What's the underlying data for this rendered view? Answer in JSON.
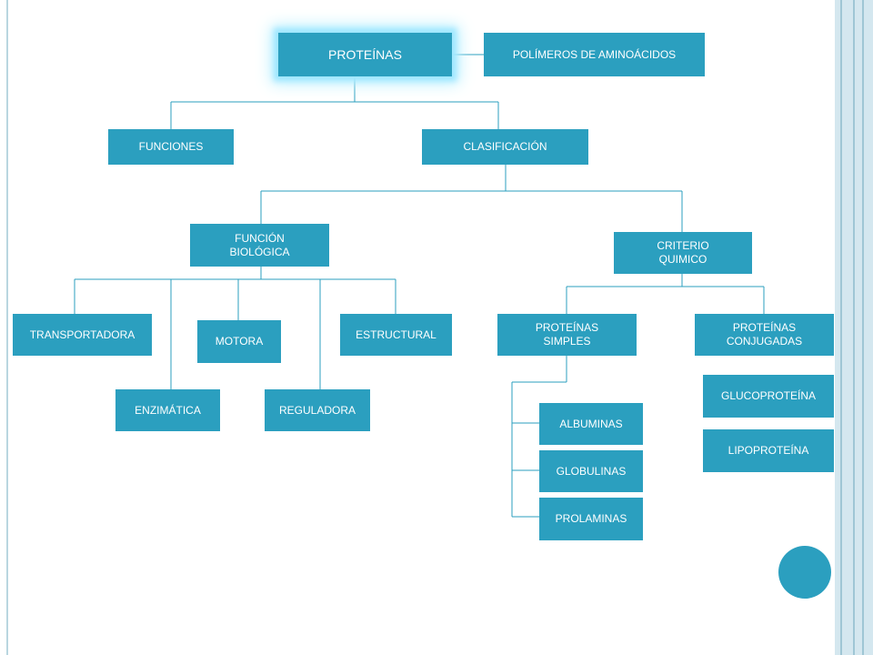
{
  "diagram": {
    "root": "PROTEÍNAS",
    "definition": "POLÍMEROS DE AMINOÁCIDOS",
    "funciones": "FUNCIONES",
    "clasificacion": "CLASIFICACIÓN",
    "funcion_biologica": "FUNCIÓN BIOLÓGICA",
    "criterio_quimico": "CRITERIO QUIMICO",
    "biological": {
      "transportadora": "TRANSPORTADORA",
      "motora": "MOTORA",
      "estructural": "ESTRUCTURAL",
      "enzimatica": "ENZIMÁTICA",
      "reguladora": "REGULADORA"
    },
    "simples": "PROTEÍNAS SIMPLES",
    "conjugadas": "PROTEÍNAS CONJUGADAS",
    "simples_items": [
      "ALBUMINAS",
      "GLOBULINAS",
      "PROLAMINAS"
    ],
    "conjugadas_items": [
      "GLUCOPROTEÍNA",
      "LIPOPROTEÍNA"
    ]
  },
  "colors": {
    "box": "#2b9fbf",
    "line": "#2b9fbf",
    "glow": "#9fe7ff",
    "border": "#b9d6e0"
  }
}
